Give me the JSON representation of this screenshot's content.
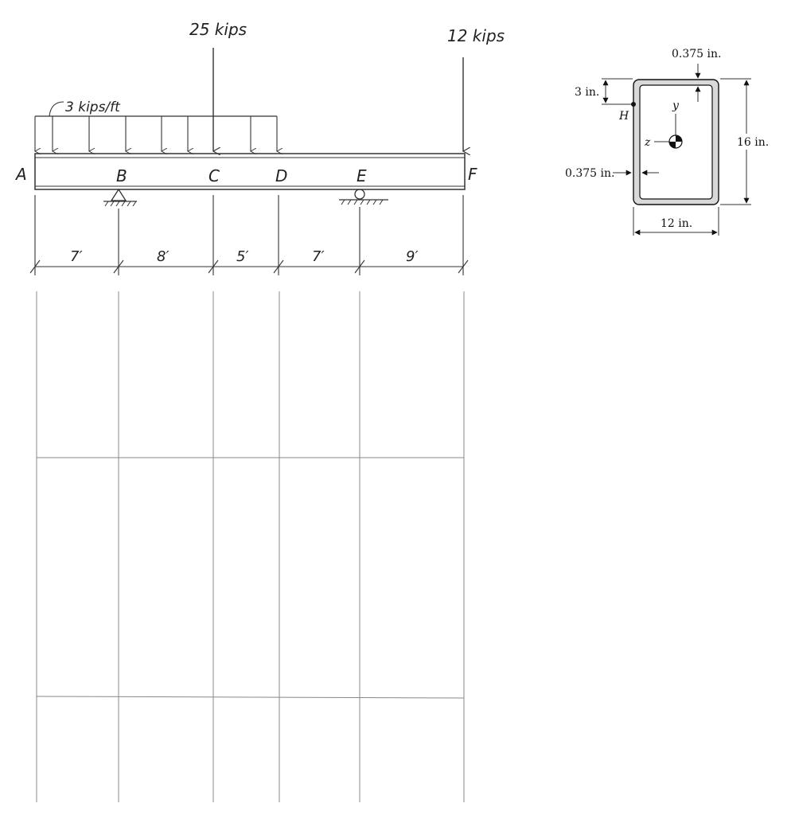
{
  "loads": {
    "point_load_c": "25 kips",
    "point_load_f": "12 kips",
    "distributed_load": "3 kips/ft"
  },
  "points": {
    "a": "A",
    "b": "B",
    "c": "C",
    "d": "D",
    "e": "E",
    "f": "F"
  },
  "spans": {
    "ab": "7′",
    "bc": "8′",
    "cd": "5′",
    "de": "7′",
    "ef": "9′"
  },
  "section": {
    "top_thickness": "0.375 in.",
    "side_thickness": "0.375 in.",
    "h_offset": "3 in.",
    "height": "16 in.",
    "width": "12 in.",
    "point_h": "H",
    "axis_y": "y",
    "axis_z": "z"
  },
  "colors": {
    "ink": "#333333",
    "grid": "#888888",
    "section_fill": "#d9d9d9"
  }
}
